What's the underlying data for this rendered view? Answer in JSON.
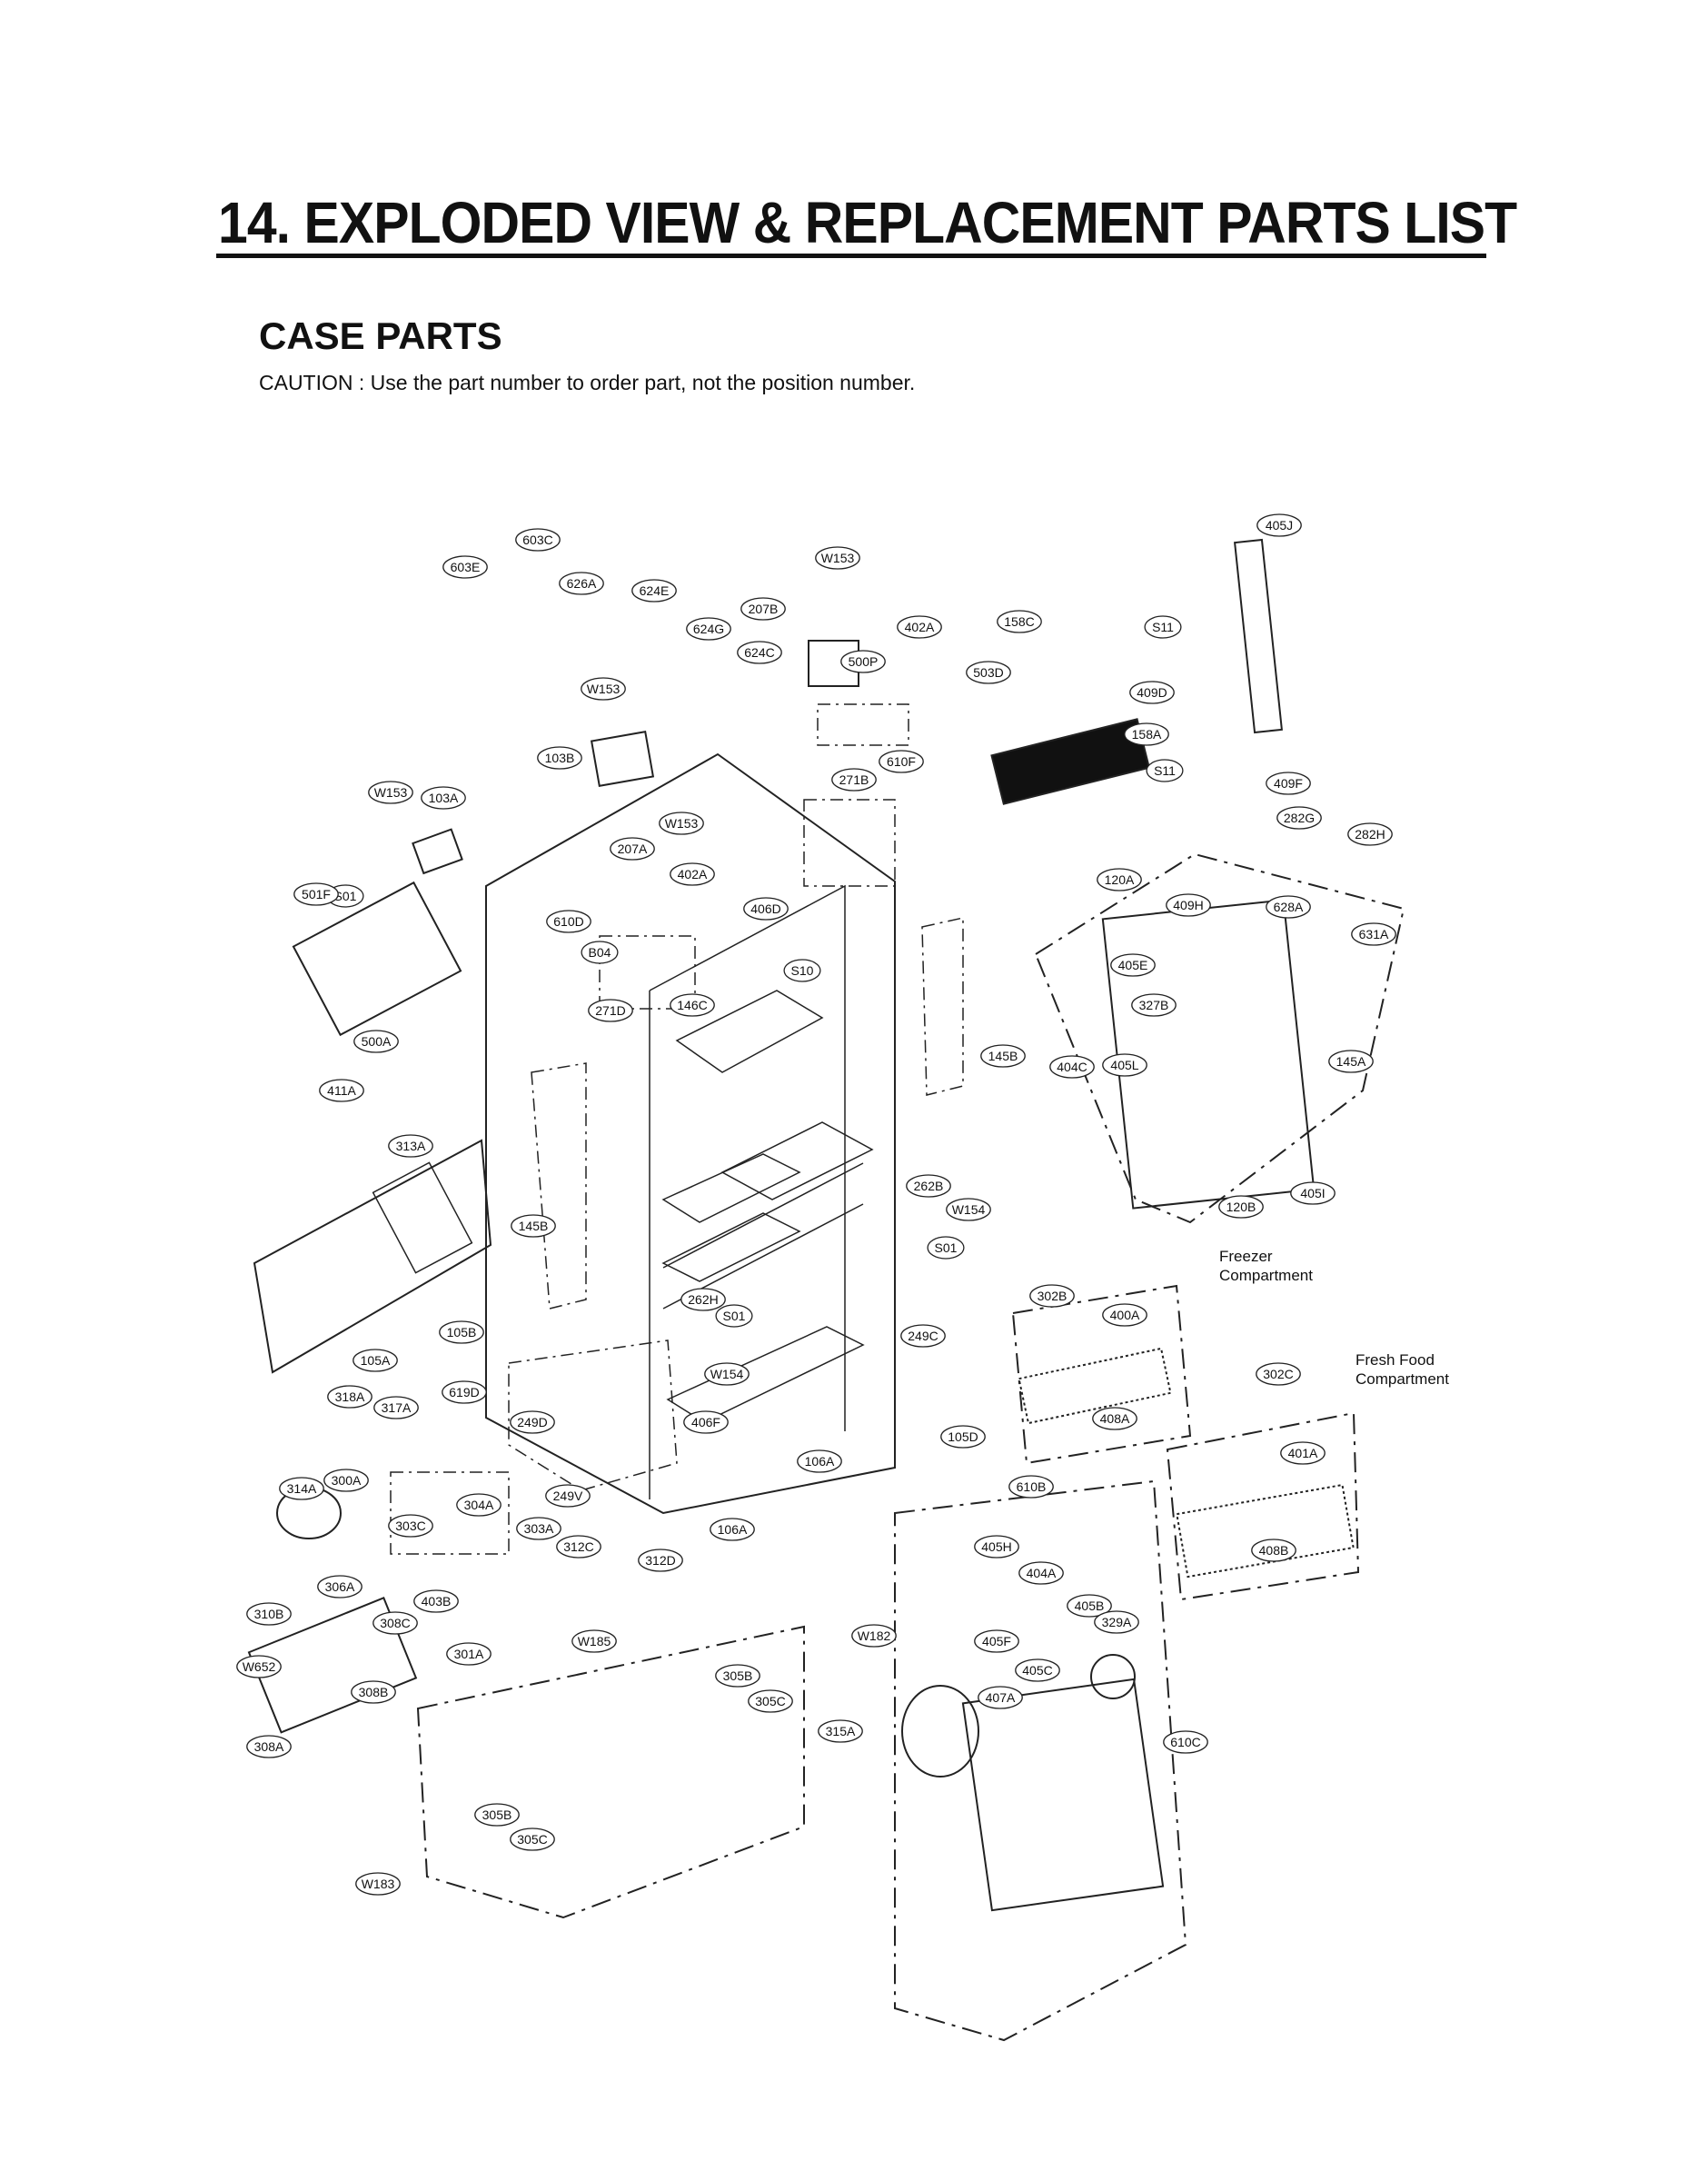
{
  "header": {
    "title": "14. EXPLODED VIEW & REPLACEMENT PARTS LIST",
    "section": "CASE PARTS",
    "caution": "CAUTION : Use the part number to order part, not the position number."
  },
  "legend": {
    "freezer": "Freezer\nCompartment",
    "fresh_food": "Fresh Food\nCompartment"
  },
  "part_labels": [
    "405J",
    "603C",
    "603E",
    "626A",
    "624E",
    "W153",
    "207B",
    "402A",
    "158C",
    "S11",
    "624G",
    "624C",
    "500P",
    "W153",
    "503D",
    "409D",
    "158A",
    "S11",
    "103B",
    "610F",
    "409F",
    "W153",
    "103A",
    "271B",
    "282G",
    "282H",
    "W153",
    "207A",
    "402A",
    "S01",
    "501F",
    "610D",
    "406D",
    "120A",
    "409H",
    "628A",
    "631A",
    "B04",
    "S10",
    "405E",
    "327B",
    "271D",
    "146C",
    "500A",
    "145B",
    "404C",
    "405L",
    "145A",
    "411A",
    "313A",
    "262B",
    "W154",
    "120B",
    "405I",
    "145B",
    "S01",
    "302B",
    "400A",
    "262H",
    "S01",
    "105B",
    "105A",
    "249C",
    "W154",
    "302C",
    "619D",
    "318A",
    "317A",
    "406F",
    "249D",
    "105D",
    "401A",
    "106A",
    "300A",
    "314A",
    "304A",
    "610B",
    "249V",
    "303C",
    "303A",
    "106A",
    "312C",
    "312D",
    "405H",
    "404A",
    "306A",
    "408B",
    "405B",
    "310B",
    "403B",
    "329A",
    "308C",
    "W185",
    "W182",
    "405F",
    "301A",
    "405C",
    "W652",
    "305B",
    "308B",
    "305C",
    "407A",
    "315A",
    "610C",
    "308A",
    "305B",
    "305C",
    "W183",
    "408A"
  ]
}
